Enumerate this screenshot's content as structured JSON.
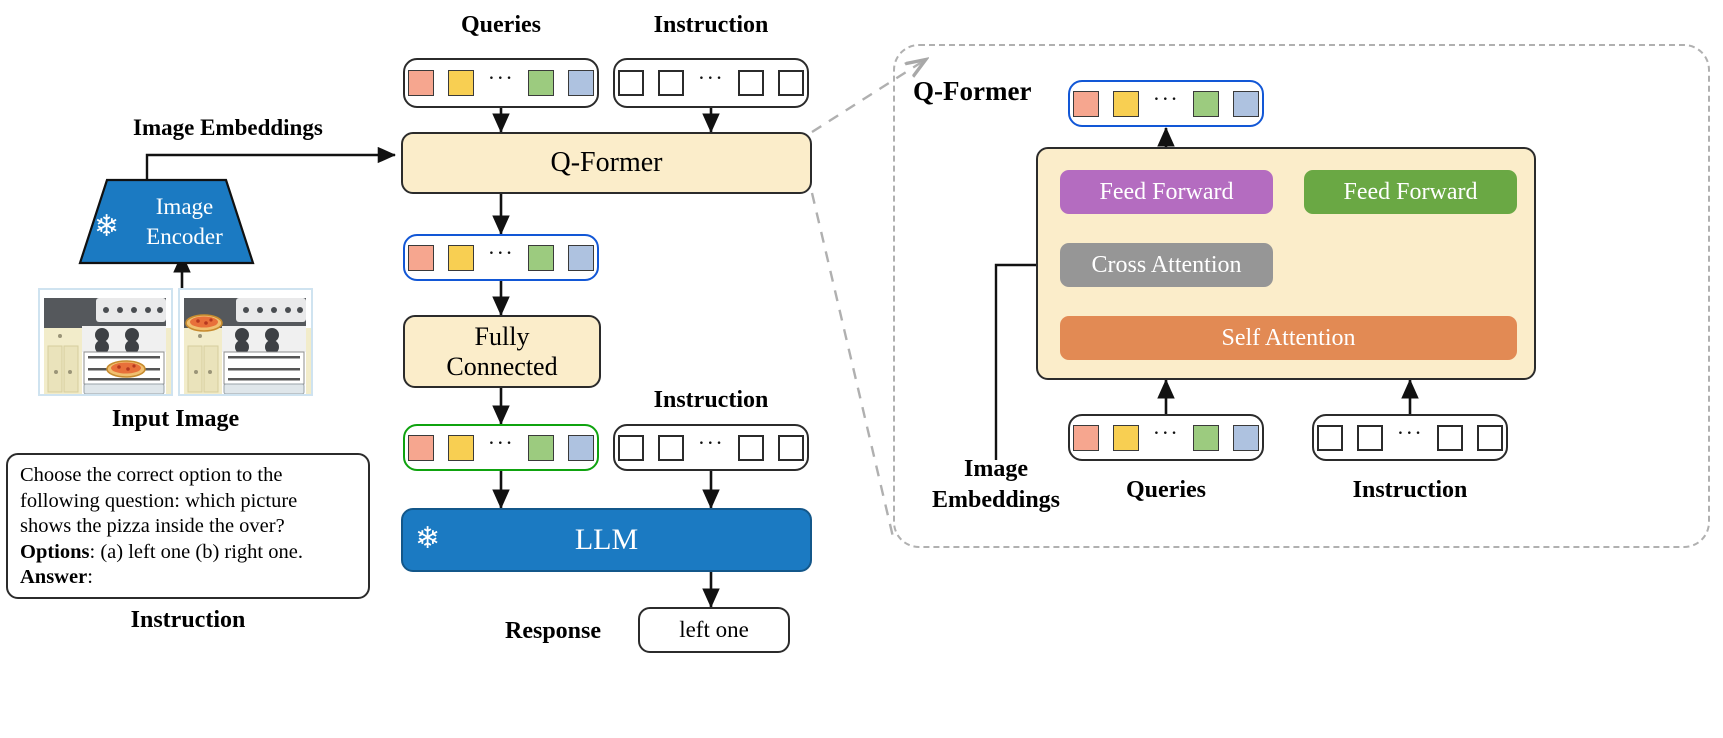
{
  "figure": {
    "kind": "model-architecture-diagram",
    "title": "Instruction-aware Q-Former vision-language model"
  },
  "left": {
    "image_embeddings_label": "Image Embeddings",
    "encoder": {
      "line1": "Image",
      "line2": "Encoder",
      "frozen_icon": "snowflake-icon"
    },
    "input_image_label": "Input Image",
    "thumbnails": [
      {
        "alt": "stove with pizza inside the oven"
      },
      {
        "alt": "stove with pizza on the counter top"
      }
    ],
    "prompt": {
      "line1": "Choose the correct option to the",
      "line2": "following question: which picture",
      "line3": "shows the pizza inside the over?",
      "options_key": "Options",
      "options_rest": ": (a) left one (b) right one.",
      "answer_key": "Answer",
      "answer_rest": ":"
    },
    "instruction_label": "Instruction"
  },
  "center": {
    "queries_label": "Queries",
    "instruction_top_label": "Instruction",
    "qformer_label": "Q-Former",
    "fully_connected": {
      "line1": "Fully",
      "line2": "Connected"
    },
    "instruction_mid_label": "Instruction",
    "llm_label": "LLM",
    "llm_frozen_icon": "snowflake-icon",
    "response_label": "Response",
    "response_value": "left one"
  },
  "detail": {
    "panel_title": "Q-Former",
    "feed_forward_left": "Feed Forward",
    "feed_forward_right": "Feed Forward",
    "cross_attention": "Cross Attention",
    "self_attention": "Self Attention",
    "image_embeddings_label": {
      "line1": "Image",
      "line2": "Embeddings"
    },
    "queries_label": "Queries",
    "instruction_label": "Instruction"
  },
  "tokens": {
    "query_colors": [
      "#f6a68f",
      "#f8cf52",
      "#9ccb7f",
      "#aec2e0"
    ],
    "ellipsis": "···"
  },
  "colors": {
    "cream": "#fbedca",
    "blue": "#1b7ac2",
    "purple": "#b46cc0",
    "gray": "#969696",
    "orange": "#e28a54",
    "green": "#6aa844",
    "query_border_blue": "#1257d6",
    "query_border_green": "#0fa30f",
    "dashed_panel": "#b0b0b0"
  }
}
